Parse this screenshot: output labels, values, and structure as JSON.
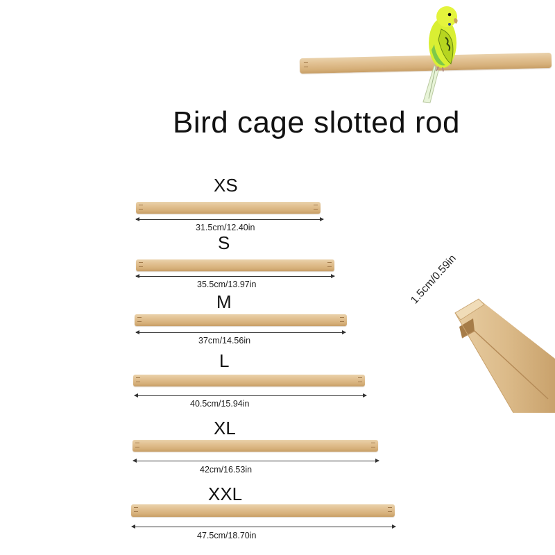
{
  "title": "Bird cage slotted rod",
  "sizes": [
    {
      "size": "XS",
      "measurement": "31.5cm/12.40in"
    },
    {
      "size": "S",
      "measurement": "35.5cm/13.97in"
    },
    {
      "size": "M",
      "measurement": "37cm/14.56in"
    },
    {
      "size": "L",
      "measurement": "40.5cm/15.94in"
    },
    {
      "size": "XL",
      "measurement": "42cm/16.53in"
    },
    {
      "size": "XXL",
      "measurement": "47.5cm/18.70in"
    }
  ],
  "detail": {
    "diameter": "1.5cm/0.59in"
  },
  "colors": {
    "wood": "#e2c192",
    "bird": "#d9ef33"
  },
  "icons": [
    "budgie-illustration",
    "slotted-rod-closeup"
  ]
}
